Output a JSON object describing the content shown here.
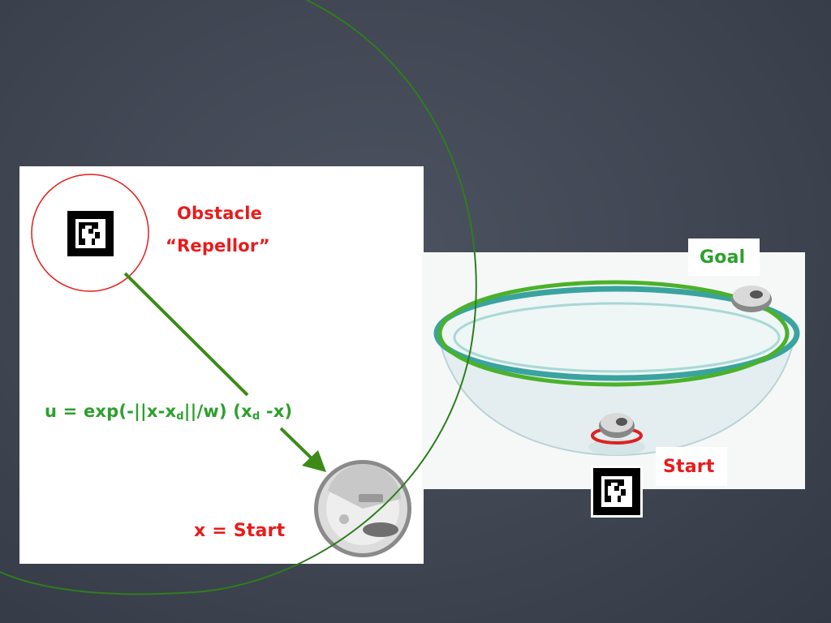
{
  "left_panel": {
    "obstacle_label": "Obstacle",
    "repellor_label": "“Repellor”",
    "formula": {
      "part1": "u = exp(-||x-x",
      "sub1": "d",
      "part2": "||/w) (x",
      "sub2": "d",
      "part3": " -x)"
    },
    "x_start_label": "x = Start"
  },
  "right_panel": {
    "goal_label": "Goal",
    "start_label": "Start"
  },
  "colors": {
    "background": "#3f4551",
    "obstacle_red": "#e81b1b",
    "path_green": "#2ca02c",
    "arrow_green": "#3d8a17",
    "big_arc_green": "#2f7d1e"
  }
}
